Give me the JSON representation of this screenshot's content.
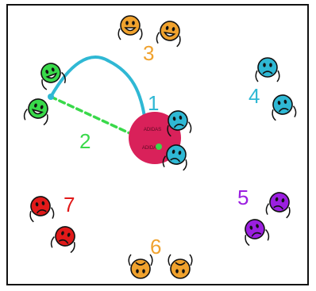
{
  "diagram": {
    "groups": [
      {
        "id": "1",
        "label": "1",
        "color": "#2fb8d4",
        "mood": "sad"
      },
      {
        "id": "2",
        "label": "2",
        "color": "#39d94a",
        "mood": "happy"
      },
      {
        "id": "3",
        "label": "3",
        "color": "#f0a22e",
        "mood": "happy"
      },
      {
        "id": "4",
        "label": "4",
        "color": "#2fb8d4",
        "mood": "sad"
      },
      {
        "id": "5",
        "label": "5",
        "color": "#9b1fe0",
        "mood": "sad"
      },
      {
        "id": "6",
        "label": "6",
        "color": "#f0a22e",
        "mood": "sad"
      },
      {
        "id": "7",
        "label": "7",
        "color": "#e11a1a",
        "mood": "sad"
      }
    ],
    "ball": {
      "color": "#d9215a",
      "text_lines": [
        "ADIDAS",
        "ADIDAS"
      ]
    },
    "paths": [
      {
        "from": "2",
        "to": "1",
        "style": "solid",
        "color": "#2fb8d4"
      },
      {
        "from": "2",
        "to": "ball",
        "style": "dashed",
        "color": "#39d94a"
      }
    ]
  }
}
